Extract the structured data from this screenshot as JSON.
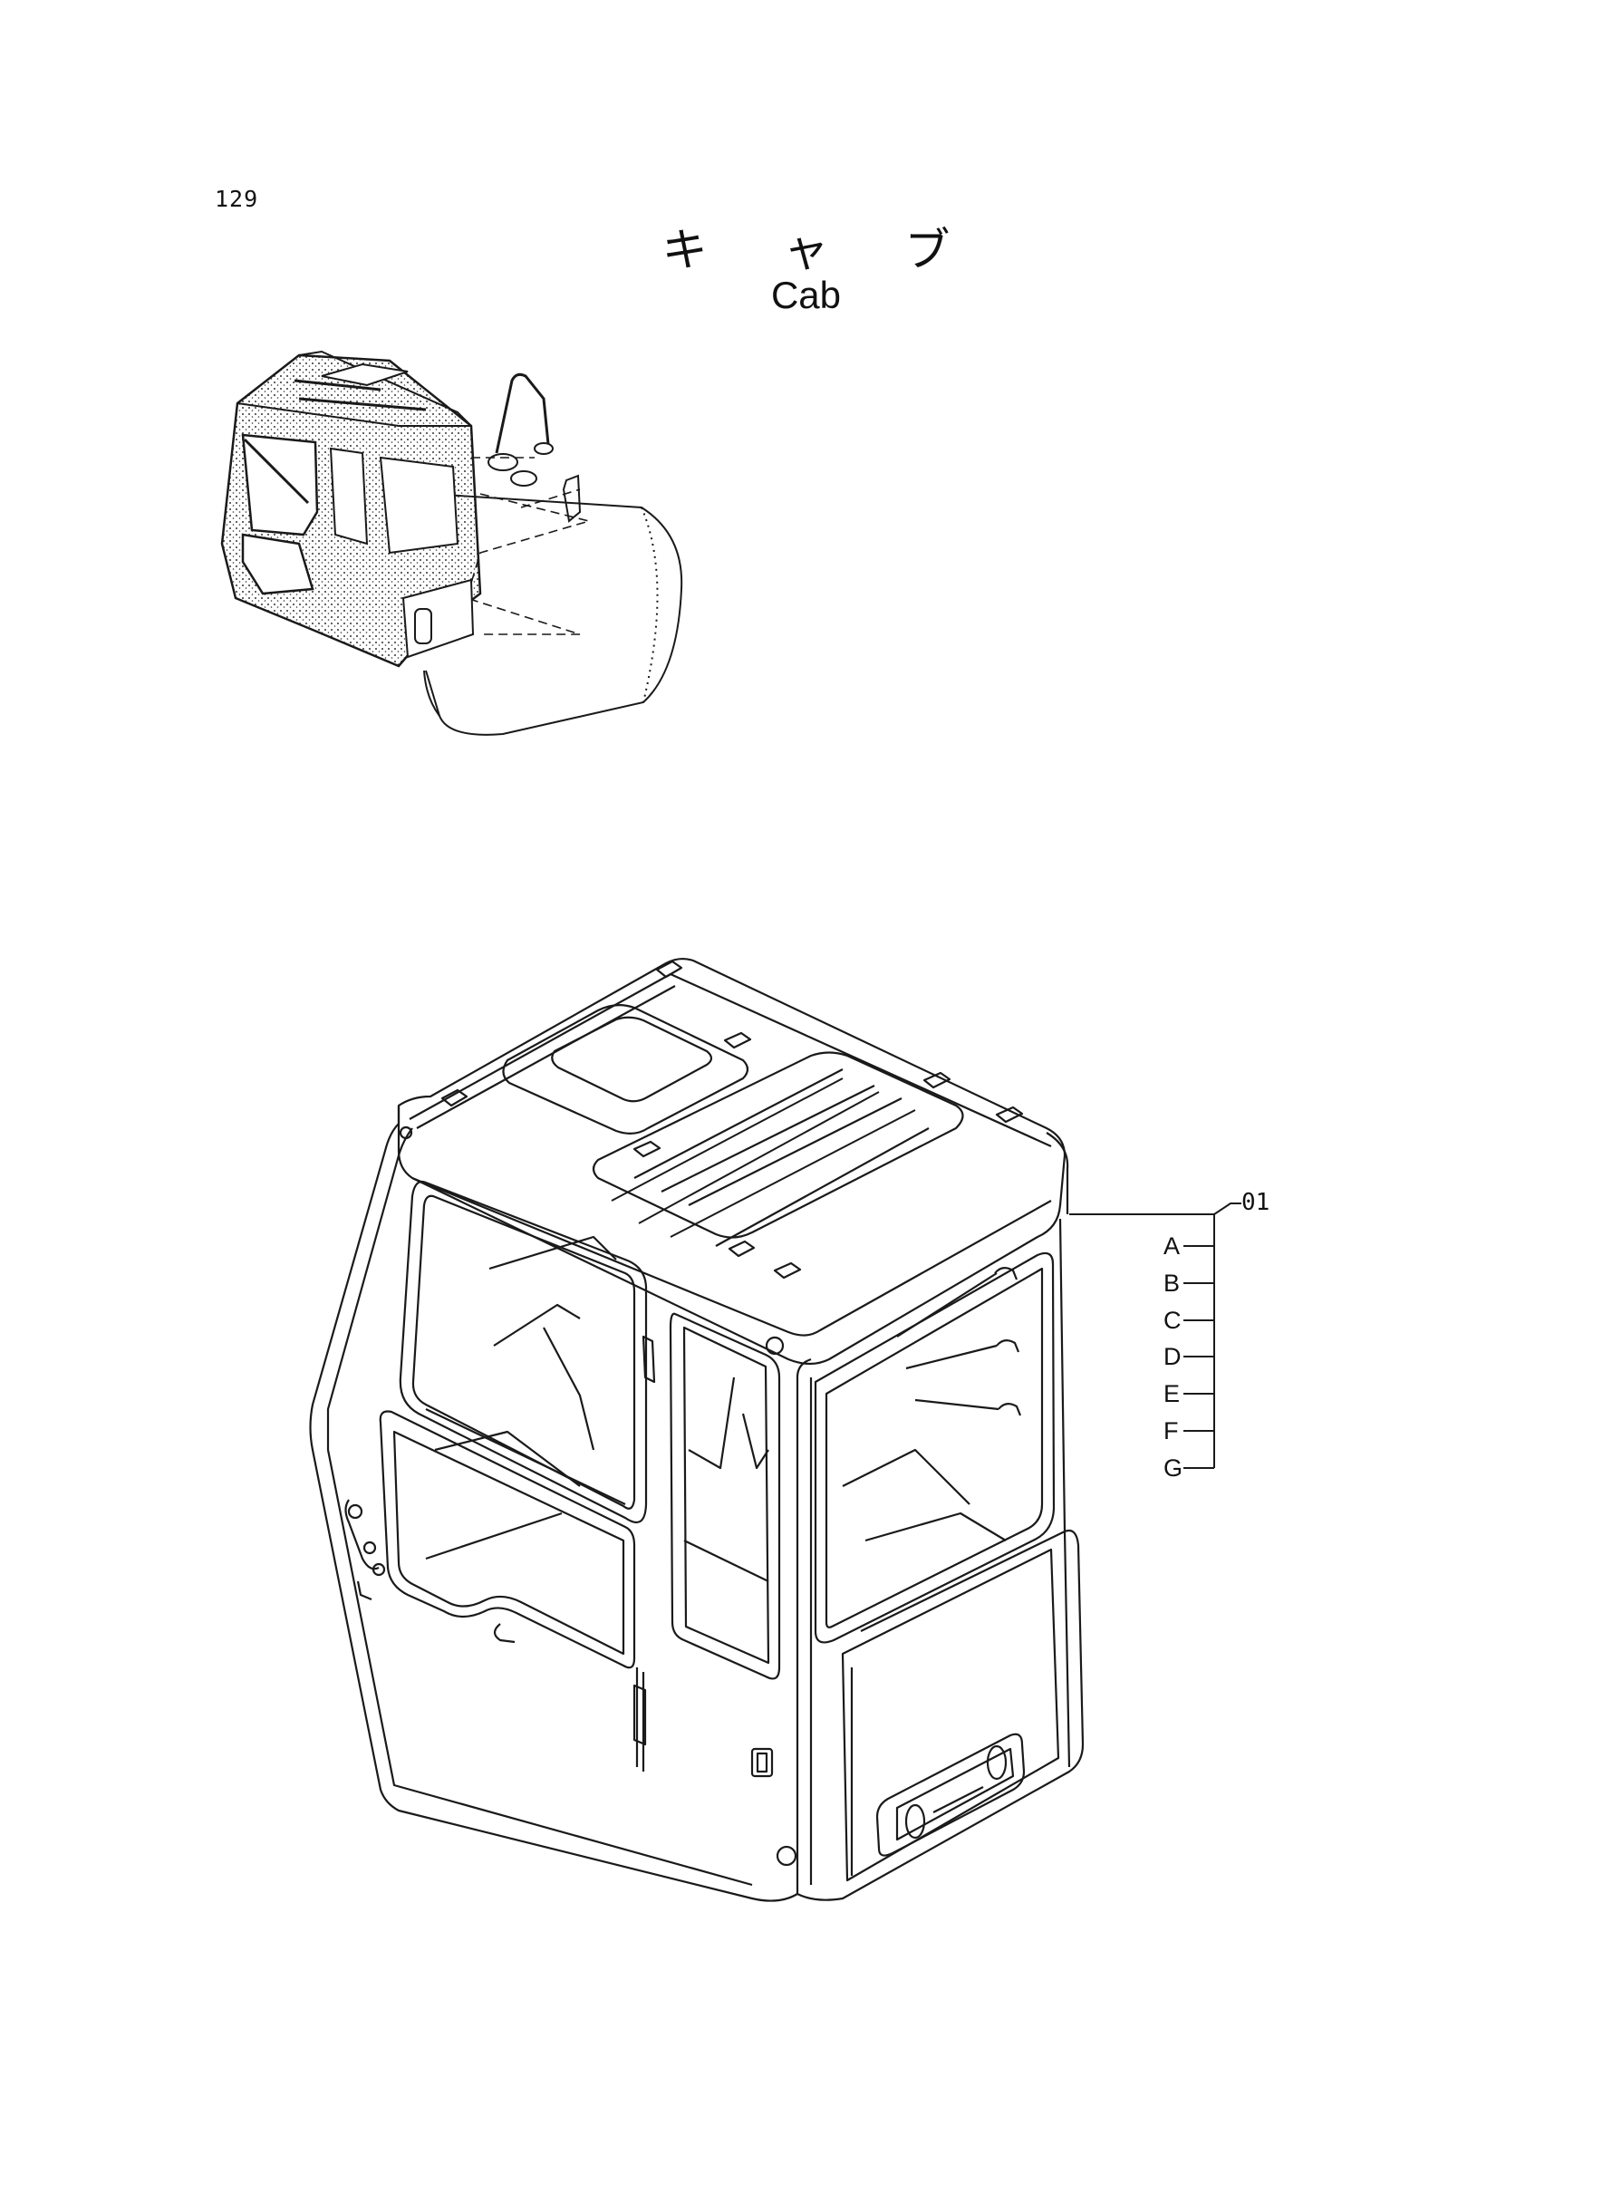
{
  "page": {
    "page_number": "129",
    "title_ja": "キ ャ ブ",
    "title_en": "Cab"
  },
  "callout": {
    "ref_number": "01",
    "items": [
      "A",
      "B",
      "C",
      "D",
      "E",
      "F",
      "G"
    ]
  },
  "colors": {
    "line": "#1a1a1a",
    "stipple": "#333333"
  }
}
